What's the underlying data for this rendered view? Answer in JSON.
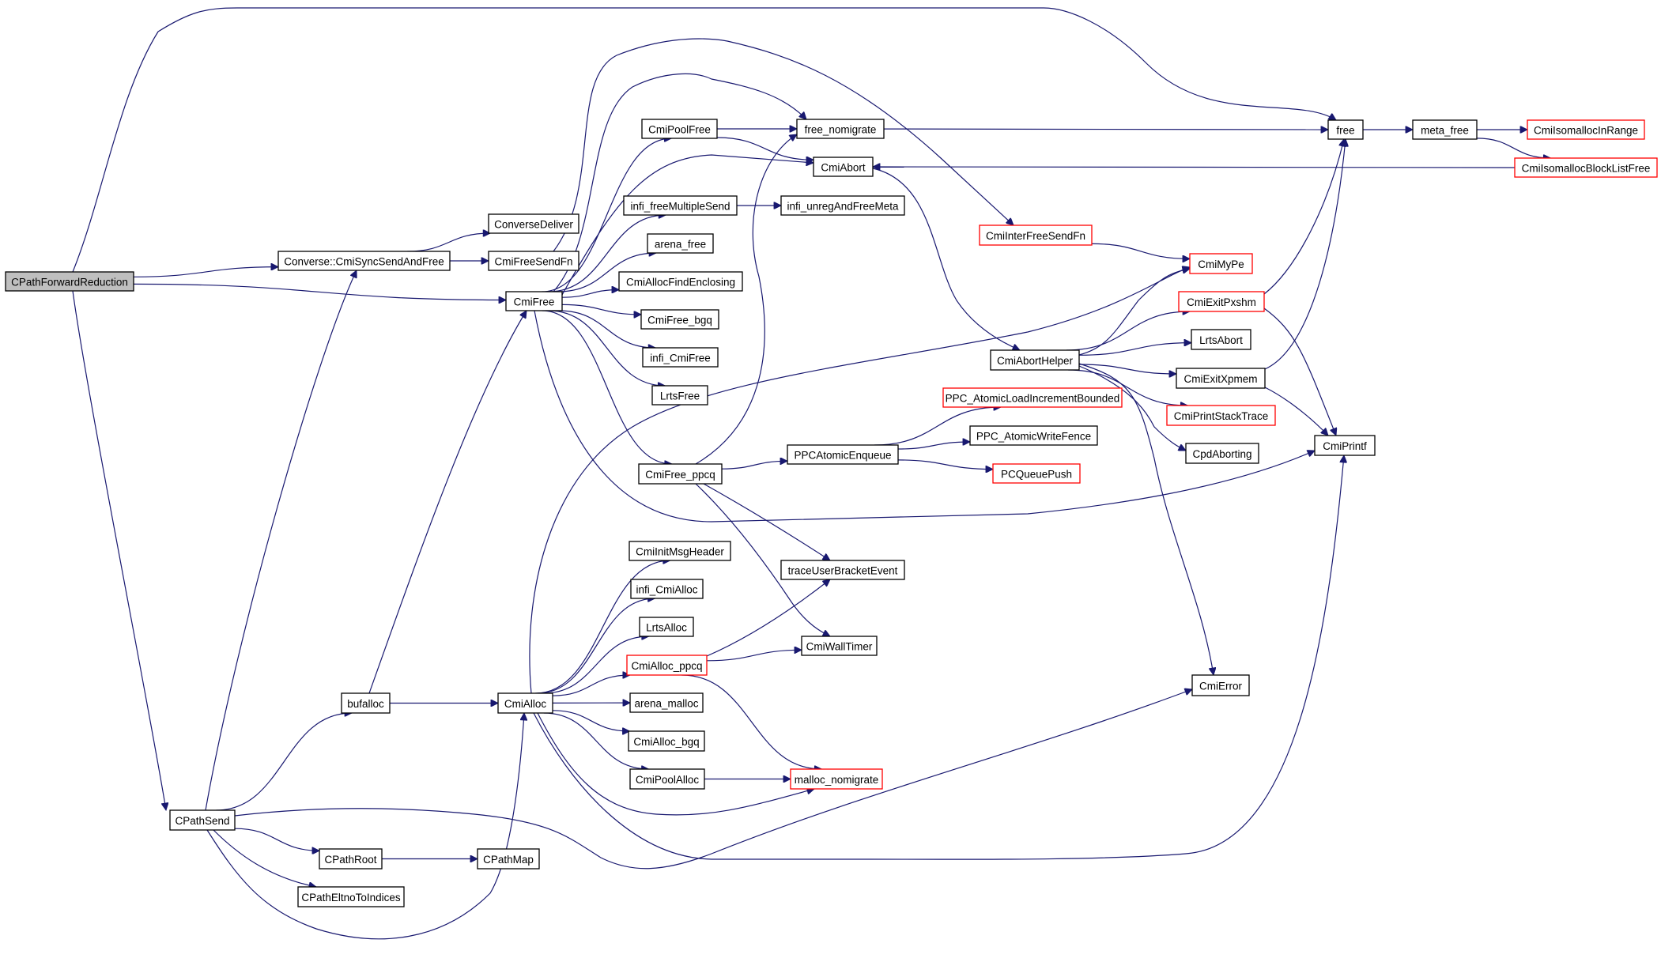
{
  "diagram": {
    "type": "call-graph",
    "root": "CPathForwardReduction",
    "colors": {
      "edge": "#191970",
      "node_border": "#000000",
      "node_border_undocumented": "#ff0000",
      "root_fill": "#bfbfbf",
      "node_fill": "#ffffff"
    },
    "nodes": [
      {
        "id": "CPathForwardReduction",
        "label": "CPathForwardReduction",
        "root": true
      },
      {
        "id": "Converse_CmiSyncSendAndFree",
        "label": "Converse::CmiSyncSendAndFree"
      },
      {
        "id": "ConverseDeliver",
        "label": "ConverseDeliver"
      },
      {
        "id": "CmiFreeSendFn",
        "label": "CmiFreeSendFn"
      },
      {
        "id": "CmiFree",
        "label": "CmiFree"
      },
      {
        "id": "CmiPoolFree",
        "label": "CmiPoolFree"
      },
      {
        "id": "free_nomigrate",
        "label": "free_nomigrate"
      },
      {
        "id": "CmiAbort",
        "label": "CmiAbort"
      },
      {
        "id": "infi_freeMultipleSend",
        "label": "infi_freeMultipleSend"
      },
      {
        "id": "infi_unregAndFreeMeta",
        "label": "infi_unregAndFreeMeta"
      },
      {
        "id": "arena_free",
        "label": "arena_free"
      },
      {
        "id": "CmiAllocFindEnclosing",
        "label": "CmiAllocFindEnclosing"
      },
      {
        "id": "CmiFree_bgq",
        "label": "CmiFree_bgq"
      },
      {
        "id": "infi_CmiFree",
        "label": "infi_CmiFree"
      },
      {
        "id": "LrtsFree",
        "label": "LrtsFree"
      },
      {
        "id": "CmiFree_ppcq",
        "label": "CmiFree_ppcq"
      },
      {
        "id": "PPCAtomicEnqueue",
        "label": "PPCAtomicEnqueue"
      },
      {
        "id": "PPC_AtomicLoadIncrementBounded",
        "label": "PPC_AtomicLoadIncrementBounded",
        "red": true
      },
      {
        "id": "PPC_AtomicWriteFence",
        "label": "PPC_AtomicWriteFence"
      },
      {
        "id": "PCQueuePush",
        "label": "PCQueuePush",
        "red": true
      },
      {
        "id": "traceUserBracketEvent",
        "label": "traceUserBracketEvent"
      },
      {
        "id": "CmiWallTimer",
        "label": "CmiWallTimer"
      },
      {
        "id": "free",
        "label": "free"
      },
      {
        "id": "meta_free",
        "label": "meta_free"
      },
      {
        "id": "CmiIsomallocInRange",
        "label": "CmiIsomallocInRange",
        "red": true
      },
      {
        "id": "CmiIsomallocBlockListFree",
        "label": "CmiIsomallocBlockListFree",
        "red": true
      },
      {
        "id": "CmiInterFreeSendFn",
        "label": "CmiInterFreeSendFn",
        "red": true
      },
      {
        "id": "CmiMyPe",
        "label": "CmiMyPe",
        "red": true
      },
      {
        "id": "CmiExitPxshm",
        "label": "CmiExitPxshm",
        "red": true
      },
      {
        "id": "LrtsAbort",
        "label": "LrtsAbort"
      },
      {
        "id": "CmiAbortHelper",
        "label": "CmiAbortHelper"
      },
      {
        "id": "CmiExitXpmem",
        "label": "CmiExitXpmem"
      },
      {
        "id": "CmiPrintStackTrace",
        "label": "CmiPrintStackTrace",
        "red": true
      },
      {
        "id": "CpdAborting",
        "label": "CpdAborting"
      },
      {
        "id": "CmiPrintf",
        "label": "CmiPrintf"
      },
      {
        "id": "CmiError",
        "label": "CmiError"
      },
      {
        "id": "CmiInitMsgHeader",
        "label": "CmiInitMsgHeader"
      },
      {
        "id": "infi_CmiAlloc",
        "label": "infi_CmiAlloc"
      },
      {
        "id": "LrtsAlloc",
        "label": "LrtsAlloc"
      },
      {
        "id": "CmiAlloc_ppcq",
        "label": "CmiAlloc_ppcq",
        "red": true
      },
      {
        "id": "arena_malloc",
        "label": "arena_malloc"
      },
      {
        "id": "CmiAlloc_bgq",
        "label": "CmiAlloc_bgq"
      },
      {
        "id": "CmiPoolAlloc",
        "label": "CmiPoolAlloc"
      },
      {
        "id": "malloc_nomigrate",
        "label": "malloc_nomigrate",
        "red": true
      },
      {
        "id": "bufalloc",
        "label": "bufalloc"
      },
      {
        "id": "CmiAlloc",
        "label": "CmiAlloc"
      },
      {
        "id": "CPathSend",
        "label": "CPathSend"
      },
      {
        "id": "CPathRoot",
        "label": "CPathRoot"
      },
      {
        "id": "CPathMap",
        "label": "CPathMap"
      },
      {
        "id": "CPathEltnoToIndices",
        "label": "CPathEltnoToIndices"
      }
    ],
    "edges": [
      [
        "CPathForwardReduction",
        "Converse_CmiSyncSendAndFree"
      ],
      [
        "CPathForwardReduction",
        "CmiFree"
      ],
      [
        "CPathForwardReduction",
        "free"
      ],
      [
        "CPathForwardReduction",
        "CPathSend"
      ],
      [
        "Converse_CmiSyncSendAndFree",
        "ConverseDeliver"
      ],
      [
        "Converse_CmiSyncSendAndFree",
        "CmiFreeSendFn"
      ],
      [
        "CmiFreeSendFn",
        "CmiInterFreeSendFn"
      ],
      [
        "CmiFree",
        "CmiPoolFree"
      ],
      [
        "CmiFree",
        "free_nomigrate"
      ],
      [
        "CmiFree",
        "CmiAbort"
      ],
      [
        "CmiFree",
        "infi_freeMultipleSend"
      ],
      [
        "CmiFree",
        "arena_free"
      ],
      [
        "CmiFree",
        "CmiAllocFindEnclosing"
      ],
      [
        "CmiFree",
        "CmiFree_bgq"
      ],
      [
        "CmiFree",
        "infi_CmiFree"
      ],
      [
        "CmiFree",
        "LrtsFree"
      ],
      [
        "CmiFree",
        "CmiFree_ppcq"
      ],
      [
        "CmiFree",
        "CmiPrintf"
      ],
      [
        "CmiPoolFree",
        "free_nomigrate"
      ],
      [
        "CmiPoolFree",
        "CmiAbort"
      ],
      [
        "free_nomigrate",
        "free"
      ],
      [
        "infi_freeMultipleSend",
        "infi_unregAndFreeMeta"
      ],
      [
        "CmiAbort",
        "CmiAbortHelper"
      ],
      [
        "free",
        "meta_free"
      ],
      [
        "meta_free",
        "CmiIsomallocInRange"
      ],
      [
        "meta_free",
        "CmiIsomallocBlockListFree"
      ],
      [
        "CmiIsomallocBlockListFree",
        "CmiAbort"
      ],
      [
        "CmiInterFreeSendFn",
        "CmiMyPe"
      ],
      [
        "CmiFree_ppcq",
        "free_nomigrate"
      ],
      [
        "CmiFree_ppcq",
        "PPCAtomicEnqueue"
      ],
      [
        "CmiFree_ppcq",
        "traceUserBracketEvent"
      ],
      [
        "CmiFree_ppcq",
        "CmiWallTimer"
      ],
      [
        "PPCAtomicEnqueue",
        "PPC_AtomicLoadIncrementBounded"
      ],
      [
        "PPCAtomicEnqueue",
        "PPC_AtomicWriteFence"
      ],
      [
        "PPCAtomicEnqueue",
        "PCQueuePush"
      ],
      [
        "CmiAbortHelper",
        "CmiMyPe"
      ],
      [
        "CmiAbortHelper",
        "CmiExitPxshm"
      ],
      [
        "CmiAbortHelper",
        "LrtsAbort"
      ],
      [
        "CmiAbortHelper",
        "CmiExitXpmem"
      ],
      [
        "CmiAbortHelper",
        "CmiPrintStackTrace"
      ],
      [
        "CmiAbortHelper",
        "CpdAborting"
      ],
      [
        "CmiAbortHelper",
        "CmiError"
      ],
      [
        "CmiExitPxshm",
        "free"
      ],
      [
        "CmiExitPxshm",
        "CmiPrintf"
      ],
      [
        "CmiExitXpmem",
        "free"
      ],
      [
        "CmiExitXpmem",
        "CmiPrintf"
      ],
      [
        "CmiAlloc",
        "CmiMyPe"
      ],
      [
        "CmiAlloc",
        "CmiInitMsgHeader"
      ],
      [
        "CmiAlloc",
        "infi_CmiAlloc"
      ],
      [
        "CmiAlloc",
        "LrtsAlloc"
      ],
      [
        "CmiAlloc",
        "CmiAlloc_ppcq"
      ],
      [
        "CmiAlloc",
        "arena_malloc"
      ],
      [
        "CmiAlloc",
        "CmiAlloc_bgq"
      ],
      [
        "CmiAlloc",
        "CmiPoolAlloc"
      ],
      [
        "CmiAlloc",
        "malloc_nomigrate"
      ],
      [
        "CmiAlloc",
        "CmiPrintf"
      ],
      [
        "CmiAlloc_ppcq",
        "traceUserBracketEvent"
      ],
      [
        "CmiAlloc_ppcq",
        "CmiWallTimer"
      ],
      [
        "CmiAlloc_ppcq",
        "malloc_nomigrate"
      ],
      [
        "CmiPoolAlloc",
        "malloc_nomigrate"
      ],
      [
        "bufalloc",
        "CmiFree"
      ],
      [
        "bufalloc",
        "CmiAlloc"
      ],
      [
        "CPathSend",
        "Converse_CmiSyncSendAndFree"
      ],
      [
        "CPathSend",
        "bufalloc"
      ],
      [
        "CPathSend",
        "CPathRoot"
      ],
      [
        "CPathSend",
        "CPathEltnoToIndices"
      ],
      [
        "CPathSend",
        "CmiAlloc"
      ],
      [
        "CPathSend",
        "CmiError"
      ],
      [
        "CPathRoot",
        "CPathMap"
      ]
    ]
  }
}
